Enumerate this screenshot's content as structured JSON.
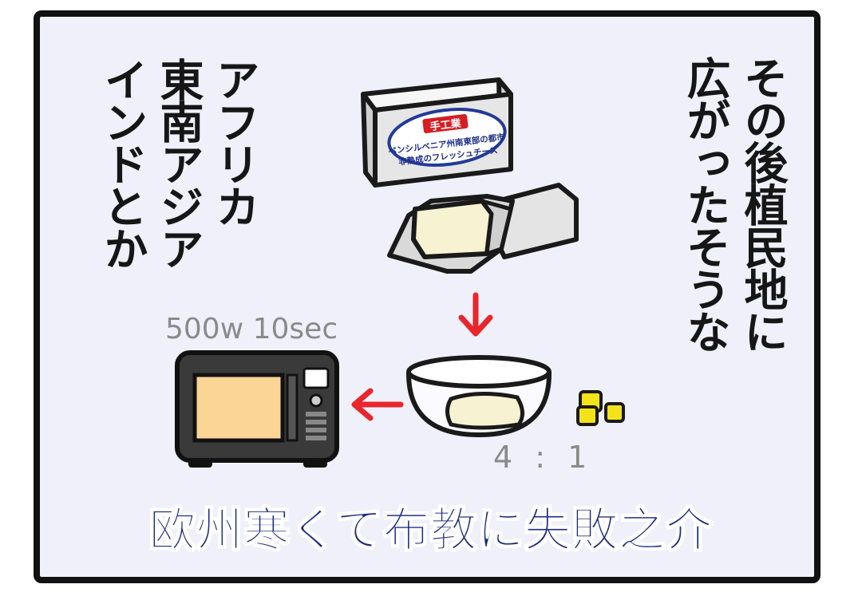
{
  "left_text": {
    "column_1": "アフリカ",
    "column_2": "東南アジア",
    "column_3": "インドとか"
  },
  "right_text": {
    "column_1": "その後植民地に",
    "column_2": "広がったそうな"
  },
  "package": {
    "brand": "手工業",
    "line_1": "ペンシルベニア州南東部の都市",
    "line_2": "非熟成のフレッシュチーズ"
  },
  "microwave_label": "500w 10sec",
  "ratio_label": "4 : 1",
  "caption": "欧州寒くて布教に失敗之介",
  "colors": {
    "panel_background": "#f0f0fb",
    "caption_text": "#1c2a7e",
    "arrow_red": "#e8262b",
    "cheese_cream": "#f7f3d2",
    "butter_yellow": "#f3e31a",
    "microwave_window": "#fbd596"
  }
}
